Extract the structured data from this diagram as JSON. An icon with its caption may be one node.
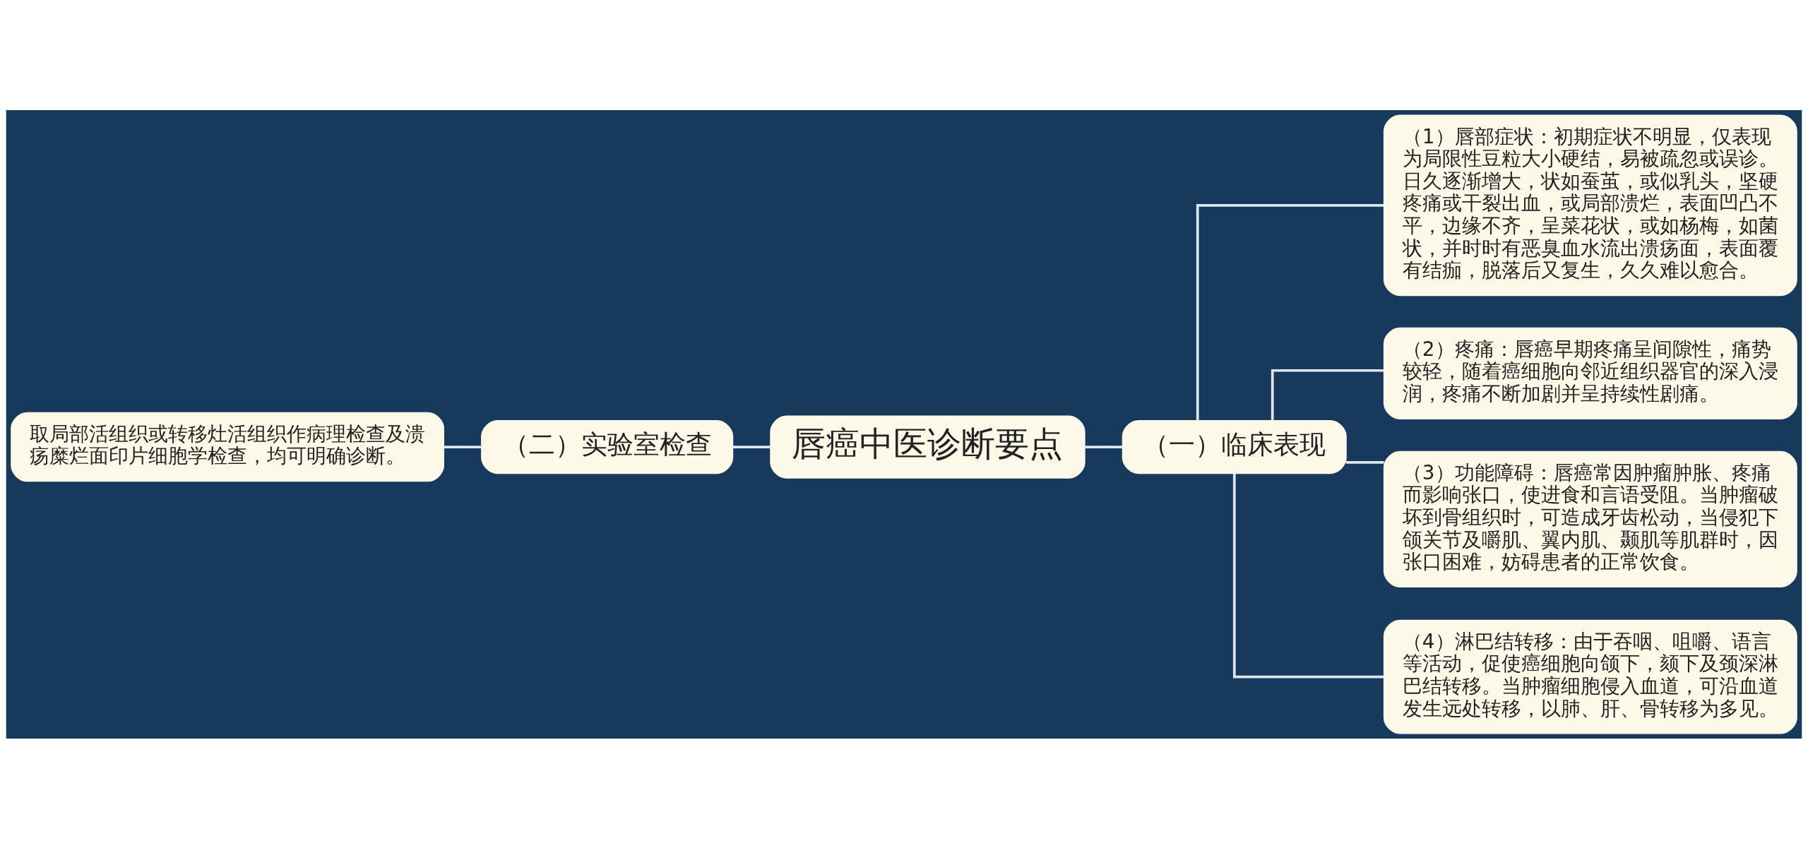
{
  "diagram": {
    "nodes": [
      {
        "text": [
          "唇癌中医诊断要点"
        ]
      },
      {
        "text": [
          "（一）临床表现"
        ]
      },
      {
        "text": [
          "（1）唇部症状：初期症状不明显，仅表现为局限性豆粒大小硬结，易被疏忽或误诊。日久逐渐增大，状如蚕茧，或似乳头，坚硬疼痛或干裂出血，或局部溃烂，表面凹凸不平，边缘不齐，呈菜花状，或如杨梅，如菌状，并时时有恶臭血水流出溃疡面，表面覆有结痂，脱落后又复生，久久难以愈合。"
        ]
      },
      {
        "text": [
          "（2）疼痛：唇癌早期疼痛呈间隙性，痛势较轻，随着癌细胞向邻近组织器官的深入浸润，疼痛不断加剧并呈持续性剧痛。"
        ]
      },
      {
        "text": [
          "（3）功能障碍：唇癌常因肿瘤肿胀、疼痛而影响张口，使进食和言语受阻。当肿瘤破坏到骨组织时，可造成牙齿松动，当侵犯下颌关节及嚼肌、翼内肌、颞肌等肌群时，因张口困难，妨碍患者的正常饮食。"
        ]
      },
      {
        "text": [
          "（4）淋巴结转移：由于吞咽、咀嚼、语言等活动，促使癌细胞向颌下，颏下及颈深淋巴结转移。当肿瘤细胞侵入血道，可沿血道发生远处转移，以肺、肝、骨转移为多见。"
        ]
      },
      {
        "text": [
          "（二）实验室检查"
        ]
      },
      {
        "text": [
          "取局部活组织或转移灶活组织作病理检查及溃疡糜烂面印片细胞学检查，均可明确诊断。"
        ]
      }
    ],
    "edges": [
      {
        "from": 0,
        "to": 1,
        "arrow": "none"
      },
      {
        "from": 1,
        "to": 2,
        "arrow": "none"
      },
      {
        "from": 1,
        "to": 3,
        "arrow": "none"
      },
      {
        "from": 1,
        "to": 4,
        "arrow": "none"
      },
      {
        "from": 1,
        "to": 5,
        "arrow": "none"
      },
      {
        "from": 0,
        "to": 6,
        "arrow": "none"
      },
      {
        "from": 6,
        "to": 7,
        "arrow": "none"
      }
    ]
  }
}
